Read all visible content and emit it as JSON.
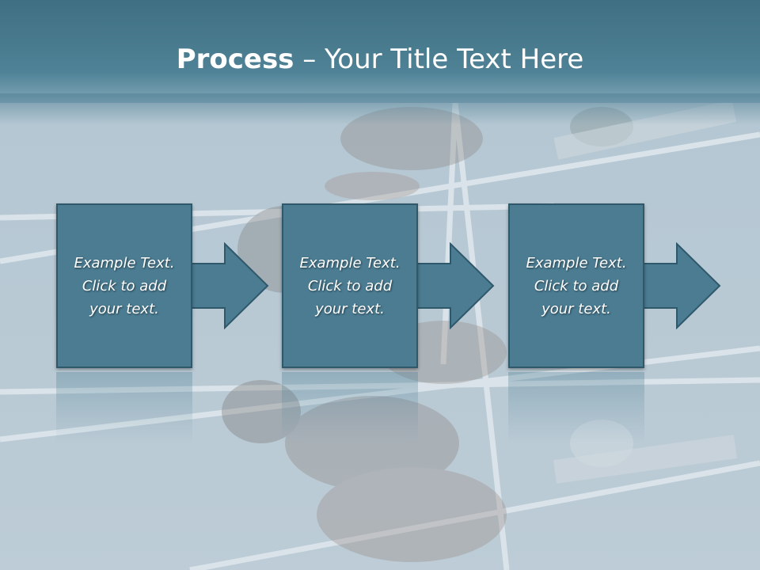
{
  "slide": {
    "title_bold": "Process",
    "title_rest": " – Your Title Text Here",
    "steps": [
      {
        "text": "Example Text.\nClick  to add\nyour text."
      },
      {
        "text": "Example Text.\nClick  to add\nyour text."
      },
      {
        "text": "Example Text.\nClick  to add\nyour text."
      }
    ]
  },
  "colors": {
    "header": "#4f8296",
    "box_fill": "#4b7c92",
    "box_border": "#2f586b",
    "text": "#ffffff"
  },
  "icons": {
    "step_arrow": "right-arrow-icon"
  }
}
